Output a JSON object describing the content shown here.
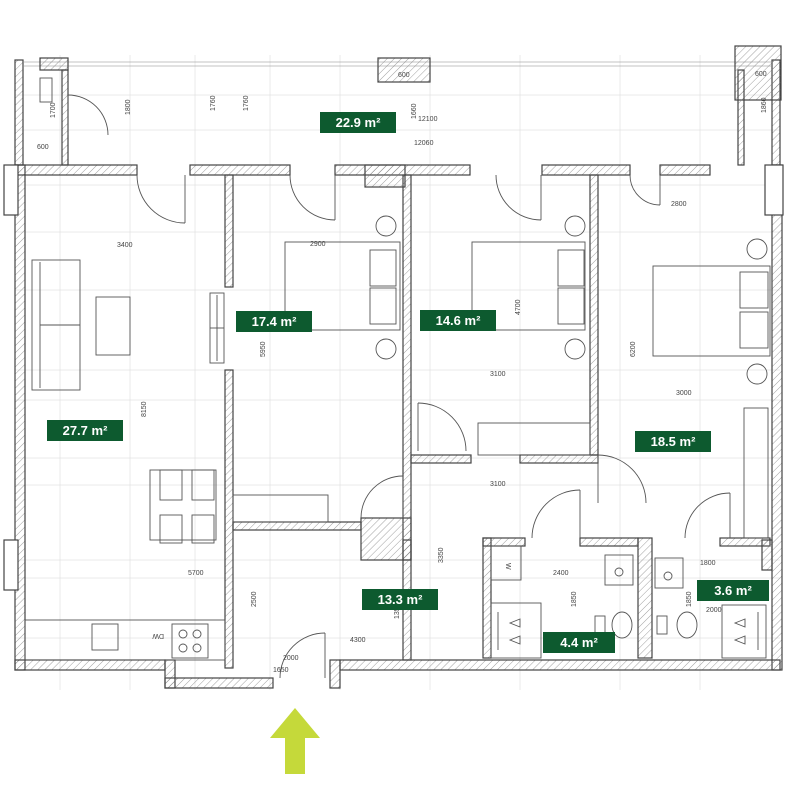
{
  "rooms": [
    {
      "id": "balcony",
      "area": "22.9 m²"
    },
    {
      "id": "living",
      "area": "27.7 m²"
    },
    {
      "id": "bedroom1",
      "area": "17.4 m²"
    },
    {
      "id": "bedroom2",
      "area": "14.6 m²"
    },
    {
      "id": "bedroom3",
      "area": "18.5 m²"
    },
    {
      "id": "hall",
      "area": "13.3 m²"
    },
    {
      "id": "bath1",
      "area": "4.4 m²"
    },
    {
      "id": "bath2",
      "area": "3.6 m²"
    }
  ],
  "dimensions": [
    "600",
    "1700",
    "1800",
    "1760",
    "1760",
    "1660",
    "12100",
    "12060",
    "600",
    "600",
    "1860",
    "3400",
    "2900",
    "5950",
    "4700",
    "8150",
    "3100",
    "6200",
    "2800",
    "3000",
    "3100",
    "5700",
    "3350",
    "2400",
    "1850",
    "1350",
    "2500",
    "2000",
    "4300",
    "1650",
    "1800",
    "1850",
    "2000"
  ],
  "appliance_labels": {
    "dishwasher": "DW",
    "washer": "W"
  },
  "colors": {
    "label_bg": "#0d5a2f",
    "entrance_arrow": "#c5d93a",
    "wall": "#444444"
  }
}
